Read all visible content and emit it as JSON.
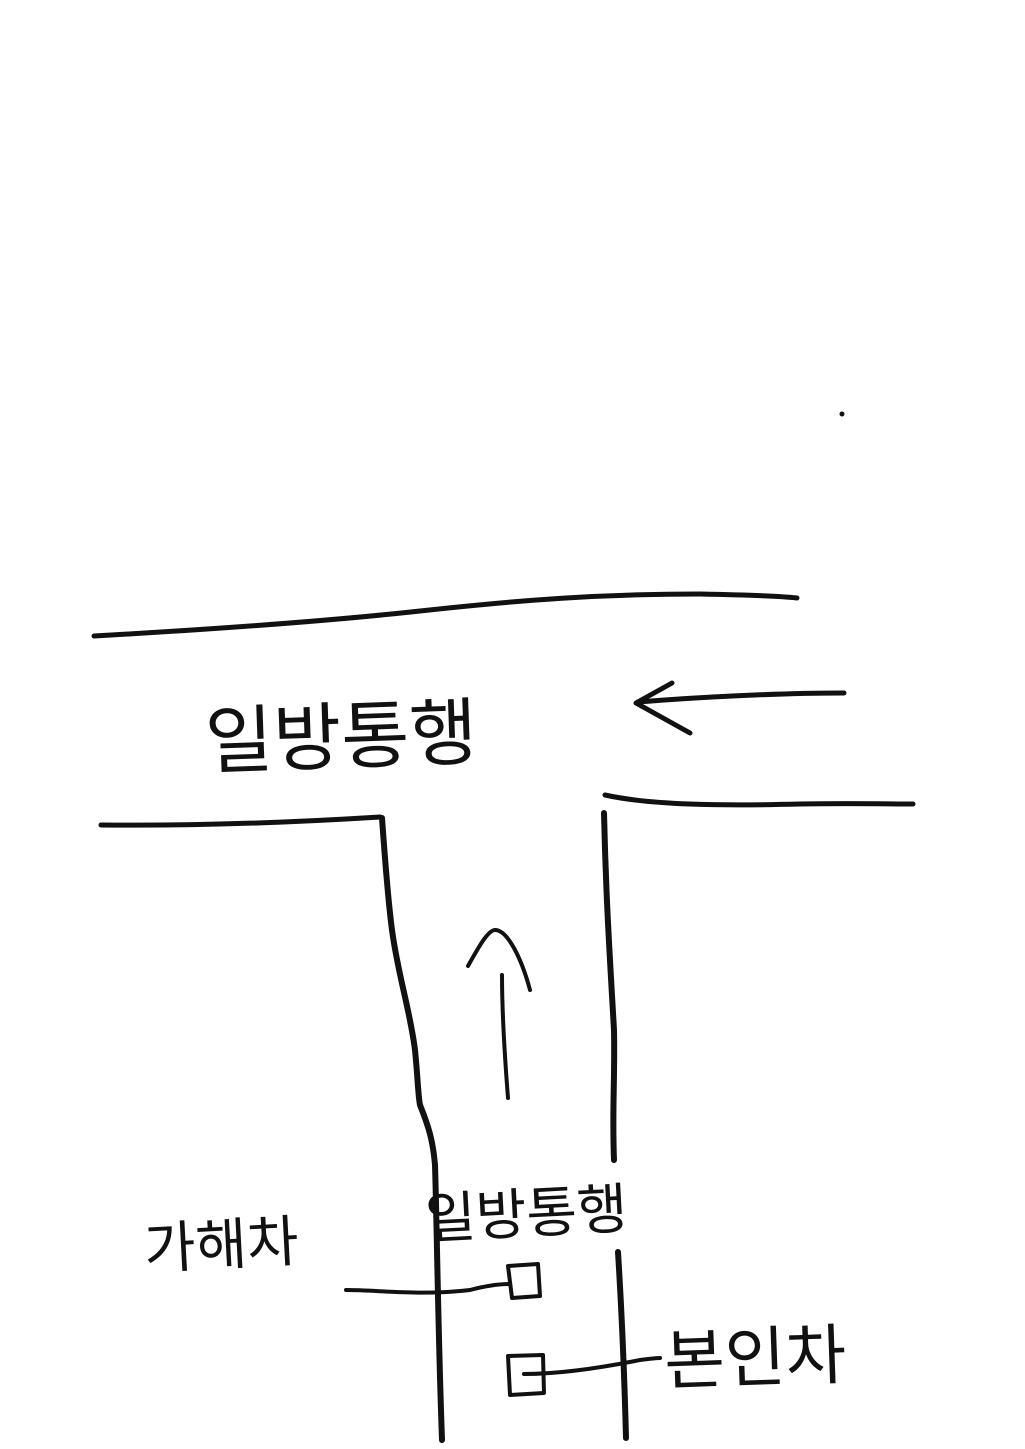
{
  "labels": {
    "main_road": "일방통행",
    "side_road": "일방통행",
    "offender_car": "가해차",
    "my_car": "본인차"
  },
  "colors": {
    "ink": "#111111",
    "paper": "#ffffff"
  }
}
